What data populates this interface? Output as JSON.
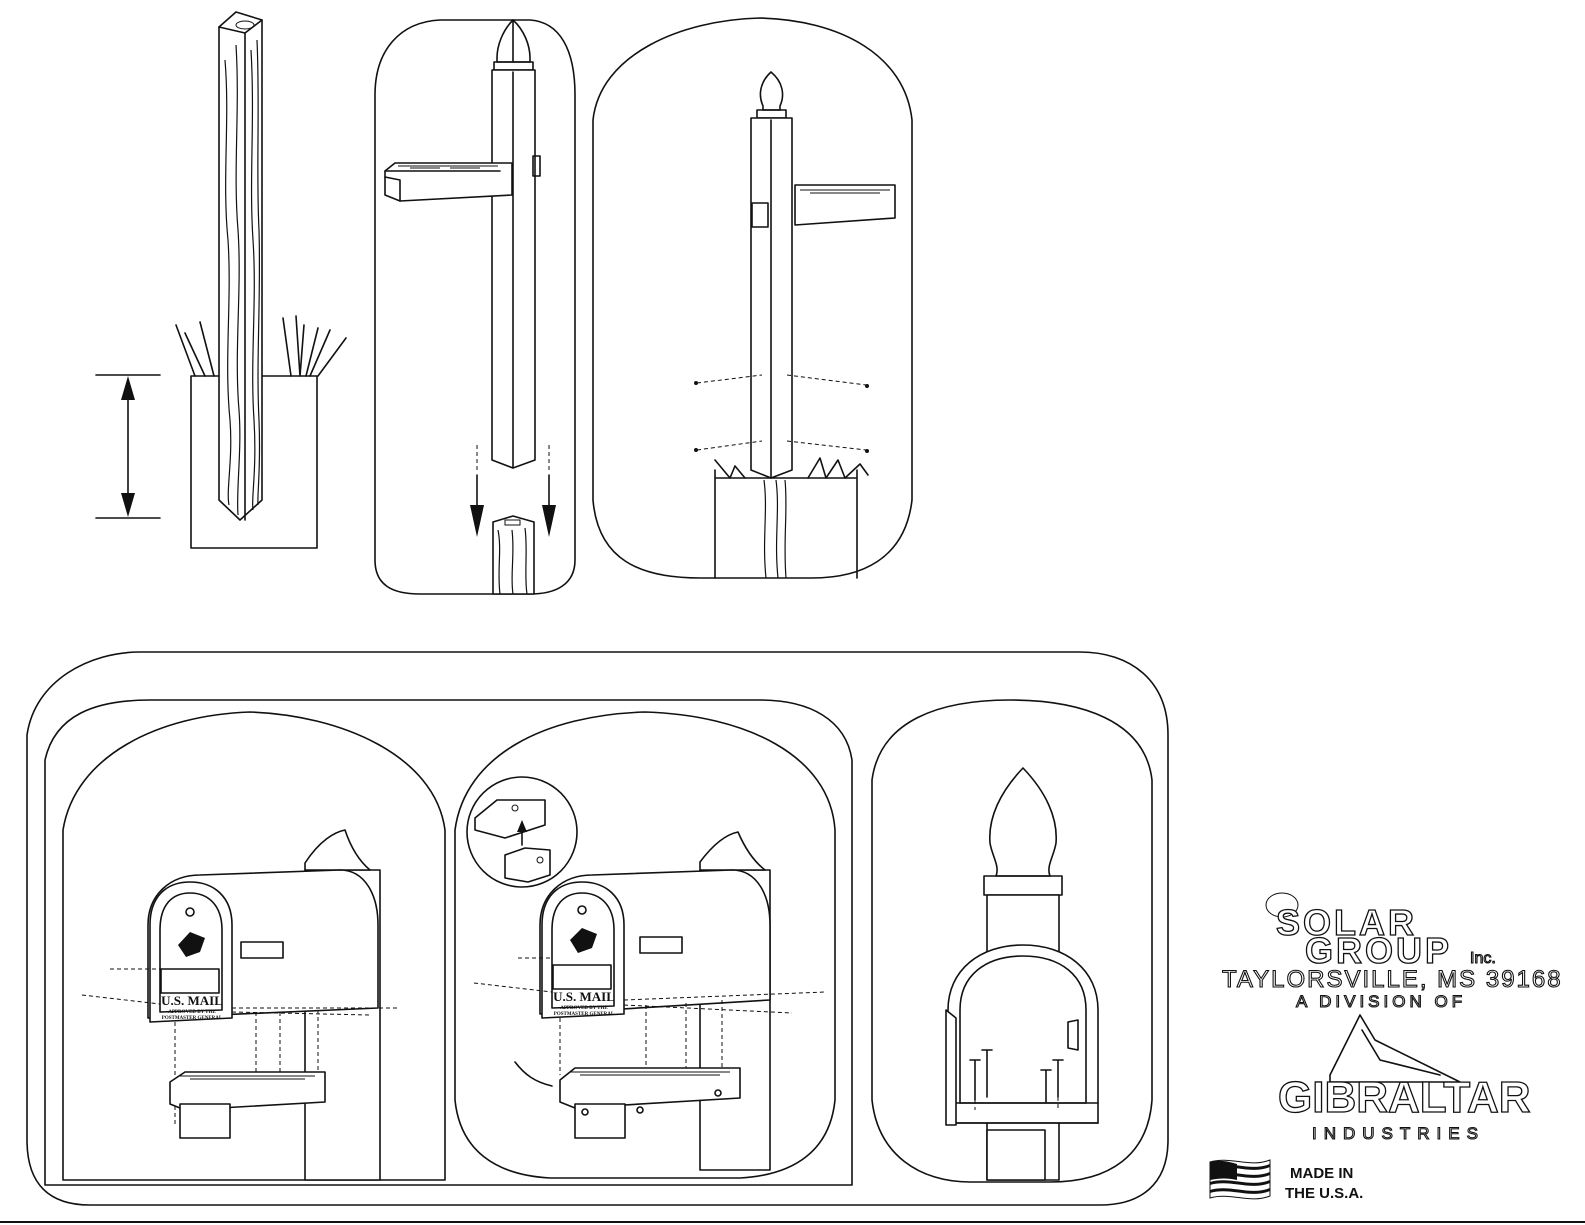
{
  "mailbox_label": {
    "main": "U.S. MAIL",
    "sub_line1": "APPROVED BY THE",
    "sub_line2": "POSTMASTER GENERAL"
  },
  "brand": {
    "line1": "SOLAR",
    "line2": "GROUP",
    "suffix": "Inc.",
    "address": "TAYLORSVILLE, MS  39168",
    "division": "A DIVISION OF",
    "parent": "GIBRALTAR",
    "parent_sub": "INDUSTRIES"
  },
  "origin": {
    "line1": "MADE IN",
    "line2": "THE U.S.A.",
    "flag_icon": "us-flag-icon"
  },
  "icons": {
    "depth_arrow": "double-arrow-icon",
    "down_arrow": "down-arrow-icon",
    "up_arrow": "up-arrow-icon"
  }
}
